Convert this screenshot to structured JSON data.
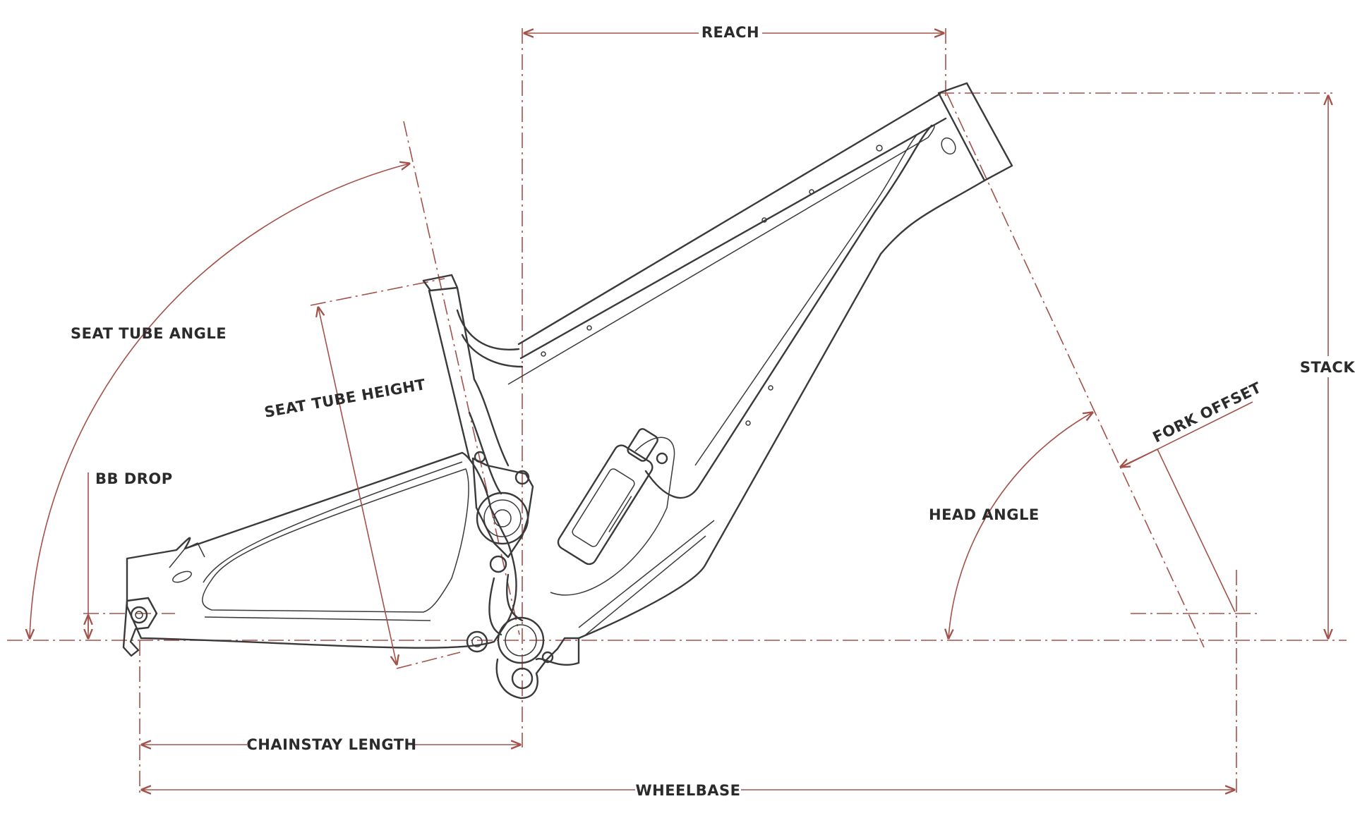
{
  "diagram": {
    "labels": {
      "reach": "REACH",
      "stack": "STACK",
      "seat_tube_angle": "SEAT TUBE ANGLE",
      "seat_tube_height": "SEAT TUBE HEIGHT",
      "bb_drop": "BB DROP",
      "chainstay_length": "CHAINSTAY LENGTH",
      "wheelbase": "WHEELBASE",
      "head_angle": "HEAD ANGLE",
      "fork_offset": "FORK OFFSET"
    },
    "colors": {
      "dimension_lines": "#a3524a",
      "frame_outline": "#3a3a3a",
      "text": "#2b2b2b",
      "background": "#ffffff"
    }
  }
}
